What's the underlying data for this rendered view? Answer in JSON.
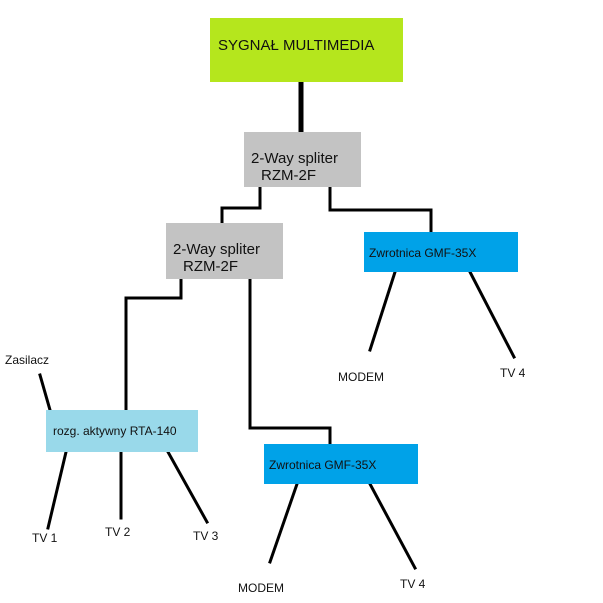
{
  "nodes": {
    "signal": {
      "label": "SYGNAŁ MULTIMEDIA",
      "color": "#b5e61d"
    },
    "splitter_1": {
      "line1": "2-Way spliter",
      "line2": "RZM-2F",
      "color": "#c3c3c3"
    },
    "splitter_2": {
      "line1": "2-Way spliter",
      "line2": "RZM-2F",
      "color": "#c3c3c3"
    },
    "zwrotnica_1": {
      "label": "Zwrotnica GMF-35X",
      "color": "#00a2e8"
    },
    "zwrotnica_2": {
      "label": "Zwrotnica GMF-35X",
      "color": "#00a2e8"
    },
    "rozgaleznik": {
      "label": "rozg. aktywny RTA-140",
      "color": "#99d9ea"
    }
  },
  "endpoints": {
    "zasilacz": "Zasilacz",
    "modem_1": "MODEM",
    "tv4_1": "TV 4",
    "tv1": "TV 1",
    "tv2": "TV 2",
    "tv3": "TV 3",
    "modem_2": "MODEM",
    "tv4_2": "TV 4"
  }
}
